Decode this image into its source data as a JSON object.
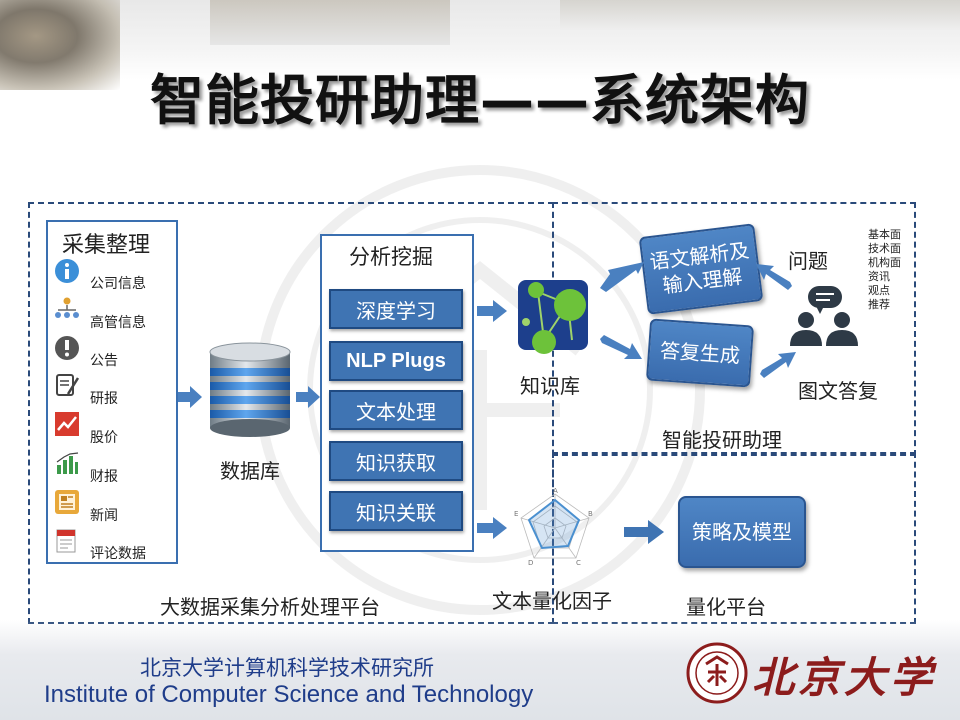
{
  "slide": {
    "title": "智能投研助理——系统架构"
  },
  "collect": {
    "title": "采集整理",
    "items": [
      {
        "label": "公司信息",
        "icon": "info-icon"
      },
      {
        "label": "高管信息",
        "icon": "org-chart-icon"
      },
      {
        "label": "公告",
        "icon": "exclamation-icon"
      },
      {
        "label": "研报",
        "icon": "report-edit-icon"
      },
      {
        "label": "股价",
        "icon": "stock-chart-icon"
      },
      {
        "label": "财报",
        "icon": "bar-chart-icon"
      },
      {
        "label": "新闻",
        "icon": "newspaper-icon"
      },
      {
        "label": "评论数据",
        "icon": "review-icon"
      }
    ]
  },
  "database": {
    "label": "数据库"
  },
  "analysis": {
    "title": "分析挖掘",
    "modules": [
      "深度学习",
      "NLP Plugs",
      "文本处理",
      "知识获取",
      "知识关联"
    ]
  },
  "knowledge_base": {
    "label": "知识库"
  },
  "assistant": {
    "parse_box": "语文解析及输入理解",
    "answer_box": "答复生成",
    "question_label": "问题",
    "reply_label": "图文答复",
    "side_list": [
      "基本面",
      "技术面",
      "机构面",
      "资讯",
      "观点",
      "推荐"
    ],
    "platform_label": "智能投研助理"
  },
  "quant": {
    "factor_label": "文本量化因子",
    "radar_axes": [
      "A",
      "B",
      "C",
      "D",
      "E"
    ],
    "strategy_box": "策略及模型",
    "platform_label": "量化平台"
  },
  "bigdata_platform_label": "大数据采集分析处理平台",
  "footer": {
    "institute_cn": "北京大学计算机科学技术研究所",
    "institute_en": "Institute of Computer Science and Technology",
    "university_logo_text": "北京大学"
  },
  "colors": {
    "module_blue": "#3f74b3",
    "border_dark": "#2a4a7a",
    "arrow_blue": "#4a80c0"
  }
}
